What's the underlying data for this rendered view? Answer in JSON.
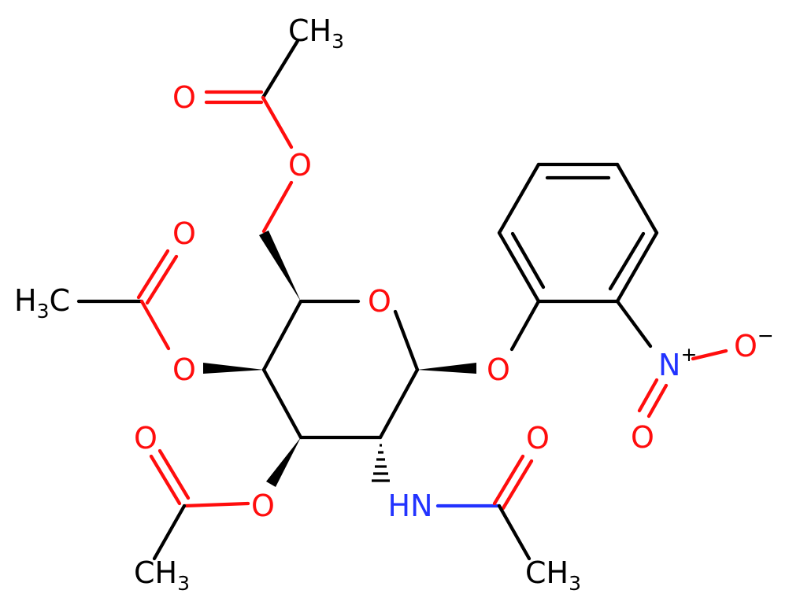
{
  "colors": {
    "carbon": "#000000",
    "oxygen": "#ff0d0d",
    "nitrogen": "#2233ff"
  },
  "atoms": {
    "ch3_top": {
      "main": "CH",
      "sub": "3"
    },
    "o_carbonyl_top": "O",
    "o_ester_top": "O",
    "o_carbonyl_left": "O",
    "h3c_left": {
      "main": "H",
      "sub": "3",
      "tail": "C"
    },
    "o_ring": "O",
    "o_ester_left": "O",
    "o_glycosidic": "O",
    "n_plus": {
      "main": "N",
      "sup": "+"
    },
    "o_minus": {
      "main": "O",
      "sup": "−"
    },
    "o_nitro": "O",
    "o_carbonyl_bottom_left": "O",
    "o_ester_bottom": "O",
    "ch3_bottom_left": {
      "main": "CH",
      "sub": "3"
    },
    "nh": "HN",
    "o_carbonyl_amide": "O",
    "ch3_amide": {
      "main": "CH",
      "sub": "3"
    }
  }
}
